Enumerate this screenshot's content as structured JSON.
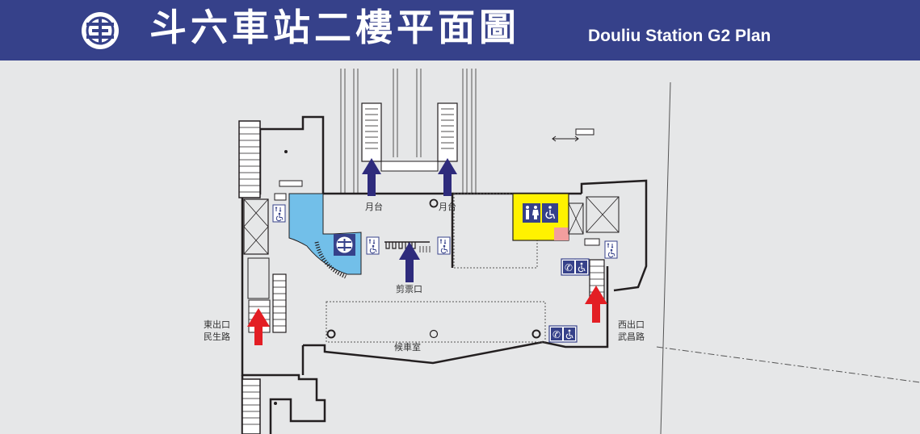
{
  "header": {
    "title_zh": "斗六車站二樓平面圖",
    "title_en": "Douliu Station G2 Plan",
    "background": "#36418a"
  },
  "labels": {
    "platform_left": "月台",
    "platform_right": "月台",
    "ticket_gate": "剪票口",
    "waiting_room": "候車室",
    "east_exit": "東出口",
    "east_road": "民生路",
    "west_exit": "西出口",
    "west_road": "武昌路"
  },
  "icons": [
    "tra-logo-icon",
    "elevator-icon",
    "wheelchair-icon",
    "restroom-icon",
    "telephone-icon",
    "escalator-icon",
    "up-arrow-icon"
  ],
  "colors": {
    "ticket_area": "#72bfe9",
    "restroom_block": "#fff200",
    "platform_arrow": "#2e2b7c",
    "exit_arrow": "#e31e24",
    "walls": "#231f20",
    "floor": "#e6e7e8"
  }
}
